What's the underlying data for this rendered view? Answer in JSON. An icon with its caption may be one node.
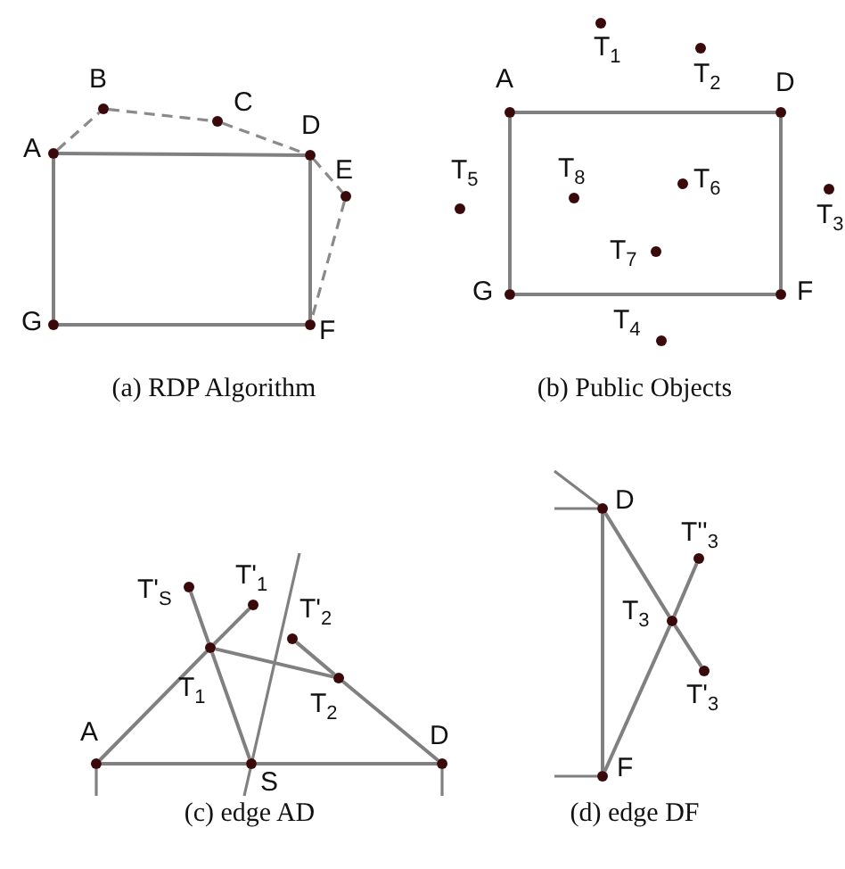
{
  "diagram": {
    "nodes": [
      {
        "text": [
          "A"
        ]
      },
      {
        "text": [
          "B"
        ]
      },
      {
        "text": [
          "C"
        ]
      },
      {
        "text": [
          "D"
        ]
      },
      {
        "text": [
          "E"
        ]
      },
      {
        "text": [
          "G"
        ]
      },
      {
        "text": [
          "F"
        ]
      },
      {
        "text": [
          "A"
        ]
      },
      {
        "text": [
          "D"
        ]
      },
      {
        "text": [
          "G"
        ]
      },
      {
        "text": [
          "F"
        ]
      },
      {
        "text": [
          "T$_{1}$"
        ]
      },
      {
        "text": [
          "T$_{2}$"
        ]
      },
      {
        "text": [
          "T$_{3}$"
        ]
      },
      {
        "text": [
          "T$_{4}$"
        ]
      },
      {
        "text": [
          "T$_{5}$"
        ]
      },
      {
        "text": [
          "T$_{6}$"
        ]
      },
      {
        "text": [
          "T$_{7}$"
        ]
      },
      {
        "text": [
          "T$_{8}$"
        ]
      },
      {
        "text": [
          "A"
        ]
      },
      {
        "text": [
          "S"
        ]
      },
      {
        "text": [
          "D"
        ]
      },
      {
        "text": [
          "T$_{1}$"
        ]
      },
      {
        "text": [
          "T'$_{S}$"
        ]
      },
      {
        "text": [
          "T'$_{1}$"
        ]
      },
      {
        "text": [
          "T'$_{2}$"
        ]
      },
      {
        "text": [
          "T$_{2}$"
        ]
      },
      {
        "text": [
          "D"
        ]
      },
      {
        "text": [
          "F"
        ]
      },
      {
        "text": [
          "T$_{3}$"
        ]
      },
      {
        "text": [
          "T''$_{3}$"
        ]
      },
      {
        "text": [
          "T'$_{3}$"
        ]
      }
    ],
    "edges": [
      {
        "from": 0,
        "to": 3,
        "arrow": "none"
      },
      {
        "from": 0,
        "to": 5,
        "arrow": "none"
      },
      {
        "from": 3,
        "to": 6,
        "arrow": "none"
      },
      {
        "from": 5,
        "to": 6,
        "arrow": "none"
      },
      {
        "from": 0,
        "to": 1,
        "arrow": "none",
        "style": "dashed"
      },
      {
        "from": 1,
        "to": 2,
        "arrow": "none",
        "style": "dashed"
      },
      {
        "from": 2,
        "to": 3,
        "arrow": "none",
        "style": "dashed"
      },
      {
        "from": 3,
        "to": 4,
        "arrow": "none",
        "style": "dashed"
      },
      {
        "from": 4,
        "to": 6,
        "arrow": "none",
        "style": "dashed"
      },
      {
        "from": 7,
        "to": 8,
        "arrow": "none"
      },
      {
        "from": 8,
        "to": 10,
        "arrow": "none"
      },
      {
        "from": 10,
        "to": 9,
        "arrow": "none"
      },
      {
        "from": 9,
        "to": 7,
        "arrow": "none"
      },
      {
        "from": 19,
        "to": 20,
        "arrow": "none"
      },
      {
        "from": 20,
        "to": 21,
        "arrow": "none"
      },
      {
        "from": 19,
        "to": 22,
        "arrow": "none"
      },
      {
        "from": 22,
        "to": 24,
        "arrow": "none"
      },
      {
        "from": 23,
        "to": 22,
        "arrow": "none"
      },
      {
        "from": 22,
        "to": 20,
        "arrow": "none"
      },
      {
        "from": 22,
        "to": 26,
        "arrow": "none"
      },
      {
        "from": 25,
        "to": 26,
        "arrow": "none"
      },
      {
        "from": 26,
        "to": 21,
        "arrow": "none"
      },
      {
        "from": 27,
        "to": 28,
        "arrow": "none"
      },
      {
        "from": 27,
        "to": 29,
        "arrow": "none"
      },
      {
        "from": 29,
        "to": 31,
        "arrow": "none"
      },
      {
        "from": 28,
        "to": 29,
        "arrow": "none"
      },
      {
        "from": 29,
        "to": 30,
        "arrow": "none"
      }
    ],
    "labels": [
      "(a) RDP Algorithm",
      "(b) Public Objects",
      "(c) edge AD",
      "(d) edge DF"
    ]
  }
}
